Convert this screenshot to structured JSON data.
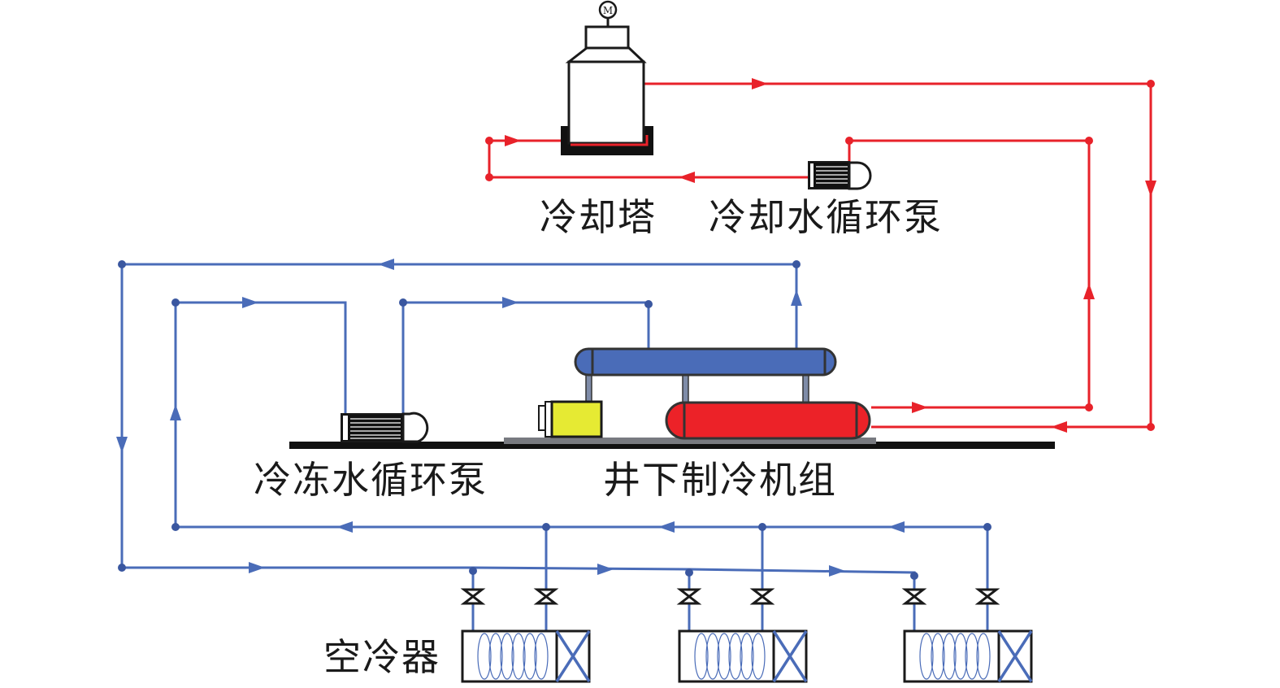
{
  "diagram": {
    "title": "",
    "colors": {
      "cooling_water": "#e8222a",
      "chilled_water": "#4a6cb8",
      "outline": "#1a1a1a",
      "evaporator_fill": "#4a6cb8",
      "condenser_fill": "#ec2228",
      "compressor_fill": "#e6ea33",
      "base_gray": "#787a80"
    },
    "labels": {
      "cooling_tower": "冷却塔",
      "cooling_water_pump": "冷却水循环泵",
      "chilled_water_pump": "冷冻水循环泵",
      "underground_chiller": "井下制冷机组",
      "air_cooler": "空冷器",
      "motor": "M"
    },
    "components": [
      {
        "id": "cooling-tower",
        "label_key": "cooling_tower",
        "type": "cooling tower with fan motor"
      },
      {
        "id": "cooling-water-pump",
        "label_key": "cooling_water_pump",
        "type": "pump"
      },
      {
        "id": "chilled-water-pump",
        "label_key": "chilled_water_pump",
        "type": "pump"
      },
      {
        "id": "chiller-unit",
        "label_key": "underground_chiller",
        "type": "chiller (evaporator + condenser + compressor)"
      },
      {
        "id": "air-cooler-1",
        "label_key": "air_cooler",
        "type": "air cooler"
      },
      {
        "id": "air-cooler-2",
        "label_key": "air_cooler",
        "type": "air cooler"
      },
      {
        "id": "air-cooler-3",
        "label_key": "air_cooler",
        "type": "air cooler"
      }
    ],
    "circuits": [
      {
        "name": "cooling water loop",
        "color_key": "cooling_water"
      },
      {
        "name": "chilled water loop",
        "color_key": "chilled_water"
      }
    ],
    "valve_count": 6
  }
}
